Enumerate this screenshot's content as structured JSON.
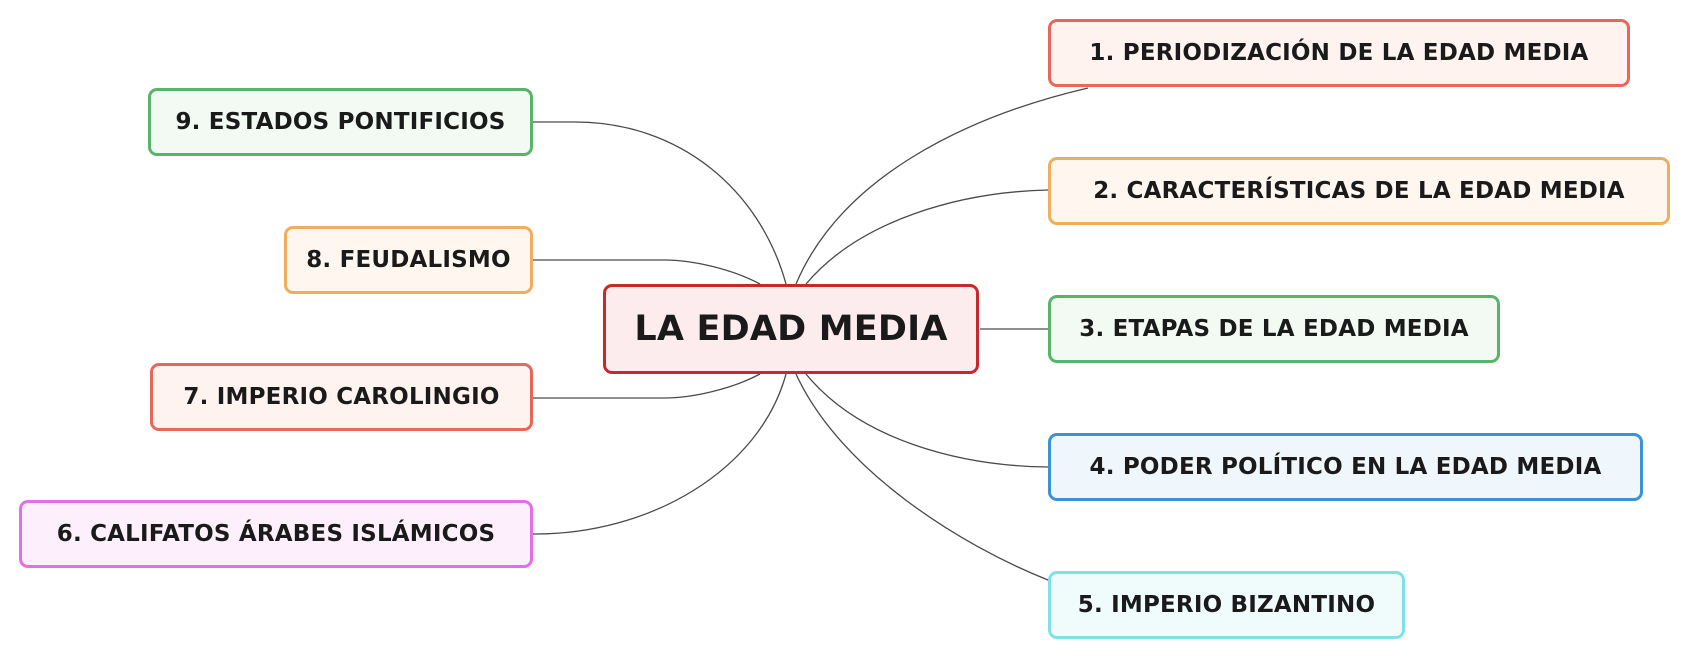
{
  "central": {
    "label": "LA EDAD MEDIA",
    "color": "#c52a2a",
    "fill": "#fdeced"
  },
  "topics": [
    {
      "id": "n1",
      "label": "1. PERIODIZACIÓN DE LA EDAD MEDIA",
      "color": "#e8675a",
      "fill": "#fef3ef"
    },
    {
      "id": "n2",
      "label": "2. CARACTERÍSTICAS DE LA EDAD MEDIA",
      "color": "#f0ad5e",
      "fill": "#fff7ef"
    },
    {
      "id": "n3",
      "label": "3. ETAPAS DE LA EDAD MEDIA",
      "color": "#58b468",
      "fill": "#f2faf3"
    },
    {
      "id": "n4",
      "label": "4. PODER POLÍTICO EN LA EDAD MEDIA",
      "color": "#3b93d6",
      "fill": "#eff7fd"
    },
    {
      "id": "n5",
      "label": "5. IMPERIO BIZANTINO",
      "color": "#7fe1e6",
      "fill": "#f0fbfc"
    },
    {
      "id": "n6",
      "label": "6. CALIFATOS ÁRABES ISLÁMICOS",
      "color": "#e46ee6",
      "fill": "#fdf0fc"
    },
    {
      "id": "n7",
      "label": "7. IMPERIO CAROLINGIO",
      "color": "#e8675a",
      "fill": "#fef3ef"
    },
    {
      "id": "n8",
      "label": "8. FEUDALISMO",
      "color": "#f0ad5e",
      "fill": "#fff7ef"
    },
    {
      "id": "n9",
      "label": "9. ESTADOS PONTIFICIOS",
      "color": "#58b468",
      "fill": "#f2faf3"
    }
  ],
  "connector_color": "#4a4a4a"
}
